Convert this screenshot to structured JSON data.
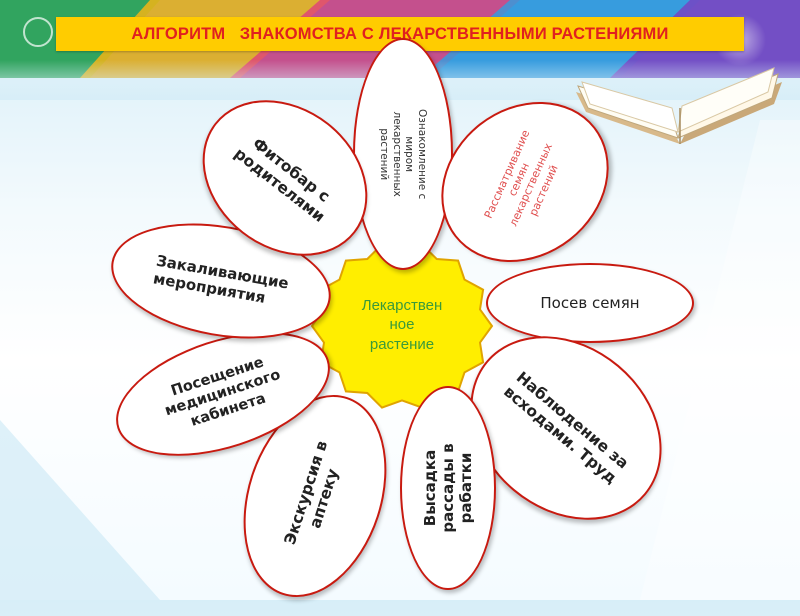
{
  "title": "АЛГОРИТМ   ЗНАКОМСТВА С ЛЕКАРСТВЕННЫМИ РАСТЕНИЯМИ",
  "center_label": "Лекарствен\nное\nрастение",
  "petals": {
    "acquaintance": "Ознакомление с\nмиром\nлекарственных\nрастений",
    "examining_seeds": "Рассматривание\nсемян\nлекарственных\nрастений",
    "sowing": "Посев семян",
    "observing": "Наблюдение за\nвсходами. Труд",
    "planting": "Высадка\nрассады в\nрабатки",
    "pharmacy": "Экскурсия в\nаптеку",
    "medical_office": "Посещение\nмедицинского\nкабинета",
    "hardening": "Закаливающие\nмероприятия",
    "phytobar": "Фитобар  с\nродителями"
  },
  "colors": {
    "title_bg": "#ffcc00",
    "title_text": "#e02020",
    "petal_border": "#c81a10",
    "center_fill": "#ffee00",
    "center_text": "#3a9a3a"
  }
}
